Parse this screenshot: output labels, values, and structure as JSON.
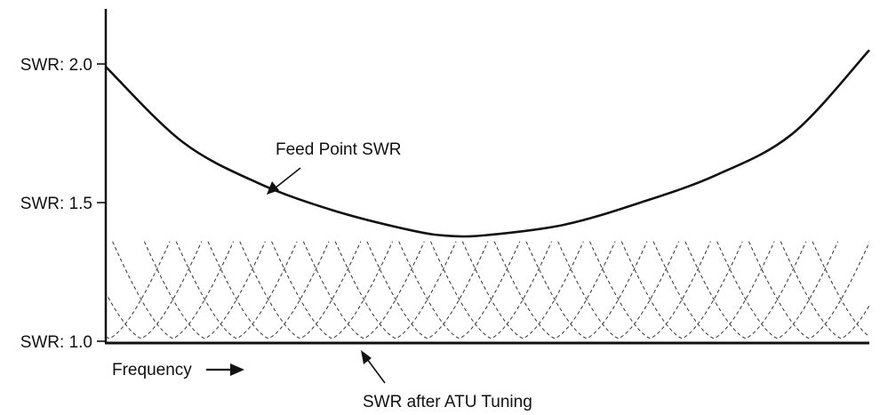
{
  "chart_data": {
    "type": "line",
    "title": "",
    "xlabel": "Frequency",
    "ylabel": "",
    "x_range": [
      0,
      1
    ],
    "ylim": [
      1.0,
      2.2
    ],
    "y_ticks": [
      {
        "value": 2.0,
        "label": "SWR: 2.0"
      },
      {
        "value": 1.5,
        "label": "SWR: 1.5"
      },
      {
        "value": 1.0,
        "label": "SWR: 1.0"
      }
    ],
    "grid": false,
    "series": [
      {
        "name": "Feed Point SWR",
        "style": "solid",
        "x": [
          0.0,
          0.1,
          0.2,
          0.3,
          0.4,
          0.45,
          0.5,
          0.6,
          0.7,
          0.8,
          0.9,
          1.0
        ],
        "y": [
          1.99,
          1.72,
          1.57,
          1.47,
          1.4,
          1.38,
          1.383,
          1.42,
          1.5,
          1.6,
          1.75,
          2.05
        ]
      },
      {
        "name": "SWR after ATU Tuning",
        "style": "dashed",
        "description_points": {
          "min": 1.01,
          "max": 1.36,
          "count": 25
        }
      }
    ],
    "annotations": [
      {
        "text": "Feed Point SWR",
        "target_series": "Feed Point SWR"
      },
      {
        "text": "SWR after ATU Tuning",
        "target_series": "SWR after ATU Tuning"
      }
    ]
  }
}
